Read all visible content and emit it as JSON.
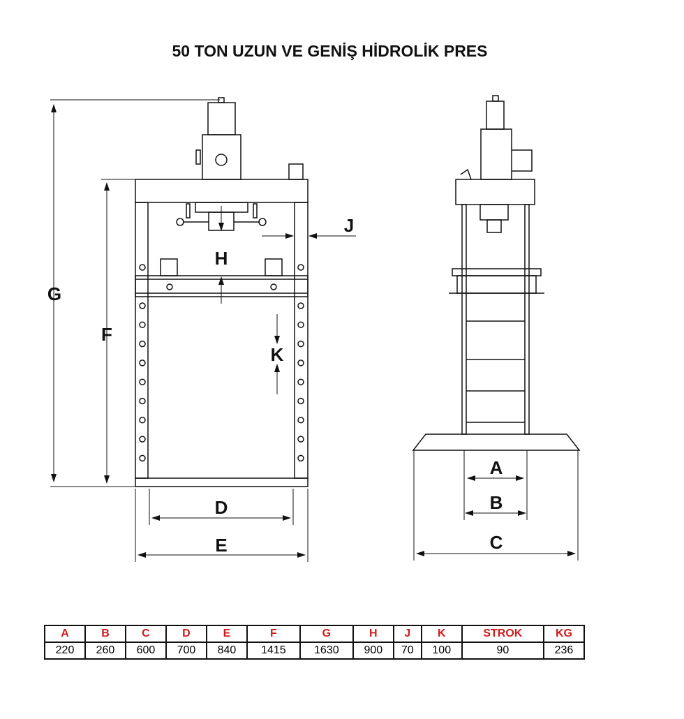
{
  "title": "50 TON UZUN VE GENİŞ HİDROLİK PRES",
  "dimension_labels": {
    "A": "A",
    "B": "B",
    "C": "C",
    "D": "D",
    "E": "E",
    "F": "F",
    "G": "G",
    "H": "H",
    "J": "J",
    "K": "K"
  },
  "spec_table": {
    "headers": [
      "A",
      "B",
      "C",
      "D",
      "E",
      "F",
      "G",
      "H",
      "J",
      "K",
      "STROK",
      "KG"
    ],
    "values": [
      "220",
      "260",
      "600",
      "700",
      "840",
      "1415",
      "1630",
      "900",
      "70",
      "100",
      "90",
      "236"
    ]
  },
  "colors": {
    "header_text": "#d11a1a",
    "lines": "#111111"
  }
}
